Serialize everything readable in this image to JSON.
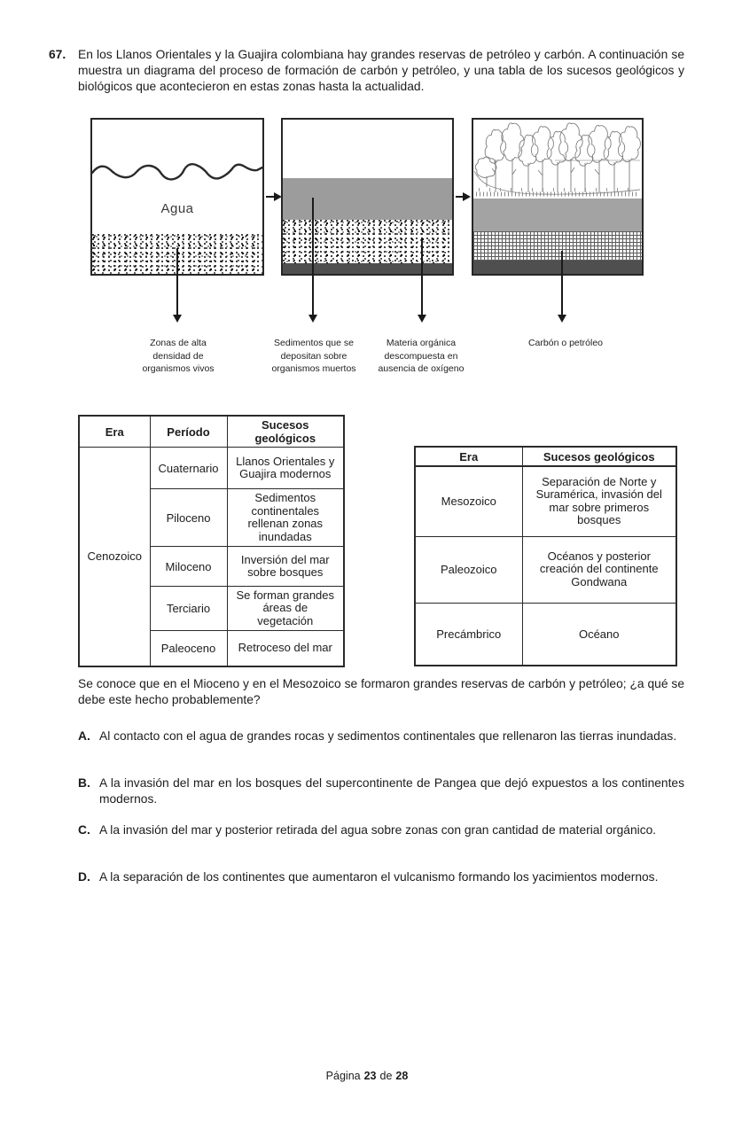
{
  "question": {
    "number": "67.",
    "intro": "En los Llanos Orientales y la Guajira colombiana hay grandes reservas de petróleo y carbón. A continuación se muestra un diagrama del proceso de formación de carbón y petróleo, y una tabla de los sucesos geológicos y biológicos que acontecieron en estas zonas hasta la actualidad.",
    "prompt": "Se conoce que en el Mioceno y en el Mesozoico se formaron grandes reservas de carbón y petróleo; ¿a qué se debe este hecho probablemente?",
    "options": [
      {
        "letter": "A.",
        "text": "Al contacto con el agua de grandes rocas y sedimentos continentales que rellenaron las tierras inundadas."
      },
      {
        "letter": "B.",
        "text": "A la invasión del mar en los bosques del supercontinente de Pangea que dejó expuestos a los continentes modernos."
      },
      {
        "letter": "C.",
        "text": "A la invasión del mar y posterior retirada del agua sobre zonas con gran cantidad de material orgánico."
      },
      {
        "letter": "D.",
        "text": "A la separación de los continentes que aumentaron el vulcanismo formando los yacimientos modernos."
      }
    ]
  },
  "diagram": {
    "water_label": "Agua",
    "captions": [
      "Zonas de alta densidad de organismos vivos",
      "Sedimentos que se depositan sobre organismos muertos",
      "Materia orgánica descompuesta en ausencia de oxígeno",
      "Carbón o petróleo"
    ]
  },
  "left_table": {
    "headers": [
      "Era",
      "Período",
      "Sucesos geológicos"
    ],
    "era": "Cenozoico",
    "rows": [
      {
        "period": "Cuaternario",
        "event": "Llanos Orientales y Guajira modernos"
      },
      {
        "period": "Piloceno",
        "event": "Sedimentos continentales rellenan zonas inundadas"
      },
      {
        "period": "Miloceno",
        "event": "Inversión del mar sobre bosques"
      },
      {
        "period": "Terciario",
        "event": "Se forman grandes áreas de vegetación"
      },
      {
        "period": "Paleoceno",
        "event": "Retroceso del mar"
      }
    ]
  },
  "right_table": {
    "headers": [
      "Era",
      "Sucesos geológicos"
    ],
    "rows": [
      {
        "era": "Mesozoico",
        "event": "Separación de Norte y Suramérica, invasión del mar sobre primeros bosques"
      },
      {
        "era": "Paleozoico",
        "event": "Océanos y posterior creación del continente Gondwana"
      },
      {
        "era": "Precámbrico",
        "event": "Océano"
      }
    ]
  },
  "footer": {
    "label": "Página",
    "page": "23",
    "of": "de",
    "total": "28"
  }
}
